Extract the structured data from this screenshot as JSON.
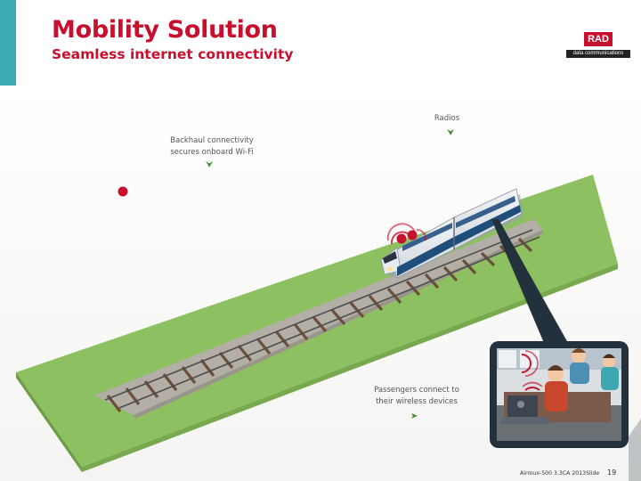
{
  "slide": {
    "title": "Mobility Solution",
    "subtitle": "Seamless internet connectivity"
  },
  "logo": {
    "mark_text": "RAD",
    "tagline": "data communications"
  },
  "labels": {
    "radios": "Radios",
    "backhaul_line1": "Backhaul connectivity",
    "backhaul_line2": "secures onboard Wi-Fi",
    "passengers_line1": "Passengers connect to",
    "passengers_line2": "their wireless devices"
  },
  "arrows": {
    "down": "⮟",
    "right": "➤"
  },
  "footer": {
    "text": "Airmux-500 3.3CA 2013Slide",
    "page": "19"
  },
  "colors": {
    "brand_red": "#c8102e",
    "accent_teal": "#3aaab3",
    "grass": "#8dc060",
    "rail_bed": "#b3aea6",
    "train_blue": "#1f4e7a",
    "inset_frame": "#23313d"
  },
  "icons": [
    "radio-antenna-icon",
    "train-icon",
    "wifi-signal-icon",
    "passenger-icon",
    "laptop-icon"
  ]
}
